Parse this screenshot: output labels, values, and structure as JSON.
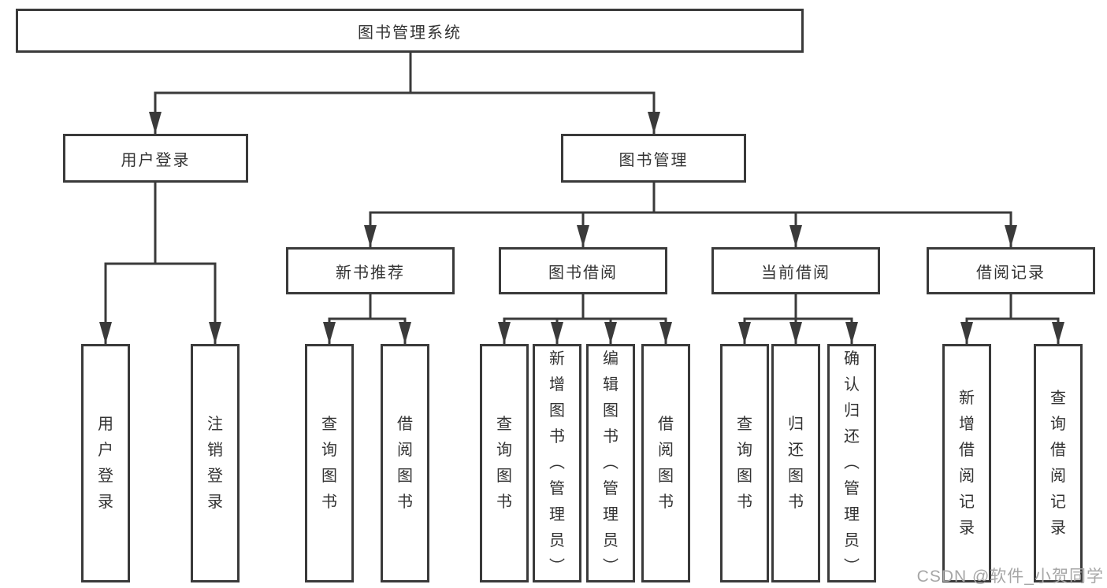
{
  "diagram": {
    "root": {
      "label": "图书管理系统"
    },
    "level2": {
      "user_login": {
        "label": "用户登录"
      },
      "book_management": {
        "label": "图书管理"
      }
    },
    "level3": {
      "new_books": {
        "label": "新书推荐"
      },
      "book_borrow": {
        "label": "图书借阅"
      },
      "current_borrow": {
        "label": "当前借阅"
      },
      "borrow_records": {
        "label": "借阅记录"
      }
    },
    "leaves": {
      "user_login": [
        "用户登录",
        "注销登录"
      ],
      "new_books": [
        "查询图书",
        "借阅图书"
      ],
      "book_borrow": [
        "查询图书",
        "新增图书（管理员）",
        "编辑图书（管理员）",
        "借阅图书"
      ],
      "current_borrow": [
        "查询图书",
        "归还图书",
        "确认归还（管理员）"
      ],
      "borrow_records": [
        "新增借阅记录",
        "查询借阅记录"
      ]
    }
  },
  "watermark": "CSDN @软件_小贺同学",
  "colors": {
    "line": "#3a3a3a",
    "text": "#333333",
    "watermark": "#a6a6a6",
    "background": "#ffffff"
  }
}
